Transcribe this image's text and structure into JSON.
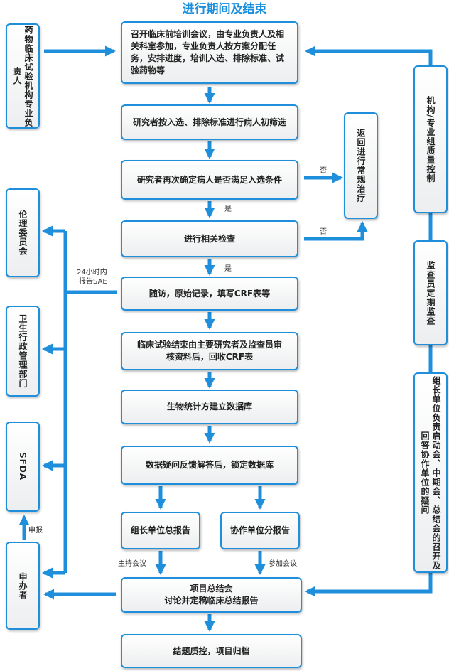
{
  "title": "进行期间及结束",
  "colors": {
    "accent": "#1f8fdc",
    "box_fill_top": "#ffffff",
    "box_fill_bottom": "#eceeef"
  },
  "nodes": {
    "institution": "药物临床试验机构专业负责人",
    "training": "召开临床前培训会议，由专业负责人及相关科室参加，专业负责人按方案分配任务，安排进度，培训入选、排除标准、试验药物等",
    "screening": "研究者按入选、排除标准进行病人初筛选",
    "confirm": "研究者再次确定病人是否满足入选条件",
    "checkup": "进行相关检查",
    "followup": "随访，原始记录，填写CRF表等",
    "review": "临床试验结束由主要研究者及监查员审核资料后，回收CRF表",
    "database": "生物统计方建立数据库",
    "lock": "数据疑问反馈解答后，锁定数据库",
    "lead_report": "组长单位总报告",
    "coop_report": "协作单位分报告",
    "summary_line1": "项目总结会",
    "summary_line2": "讨论并定稿临床总结报告",
    "archive": "结题质控，项目归档",
    "return_treatment": "返回进行常规治疗",
    "quality_control": "机构/专业组质量控制",
    "monitor": "监查员定期监查",
    "lead_unit": "组长单位负责启动会、中期会、总结会的召开及回答协作单位的疑问",
    "ethics": "伦理委员会",
    "health_admin": "卫生行政管理部门",
    "sfda": "SFDA",
    "sponsor": "申办者"
  },
  "edge_labels": {
    "no1": "否",
    "no2": "否",
    "yes1": "是",
    "yes2": "是",
    "sae_line1": "24小时内",
    "sae_line2": "报告SAE",
    "host_meeting": "主持会议",
    "attend_meeting": "参加会议",
    "report_up": "申报"
  }
}
